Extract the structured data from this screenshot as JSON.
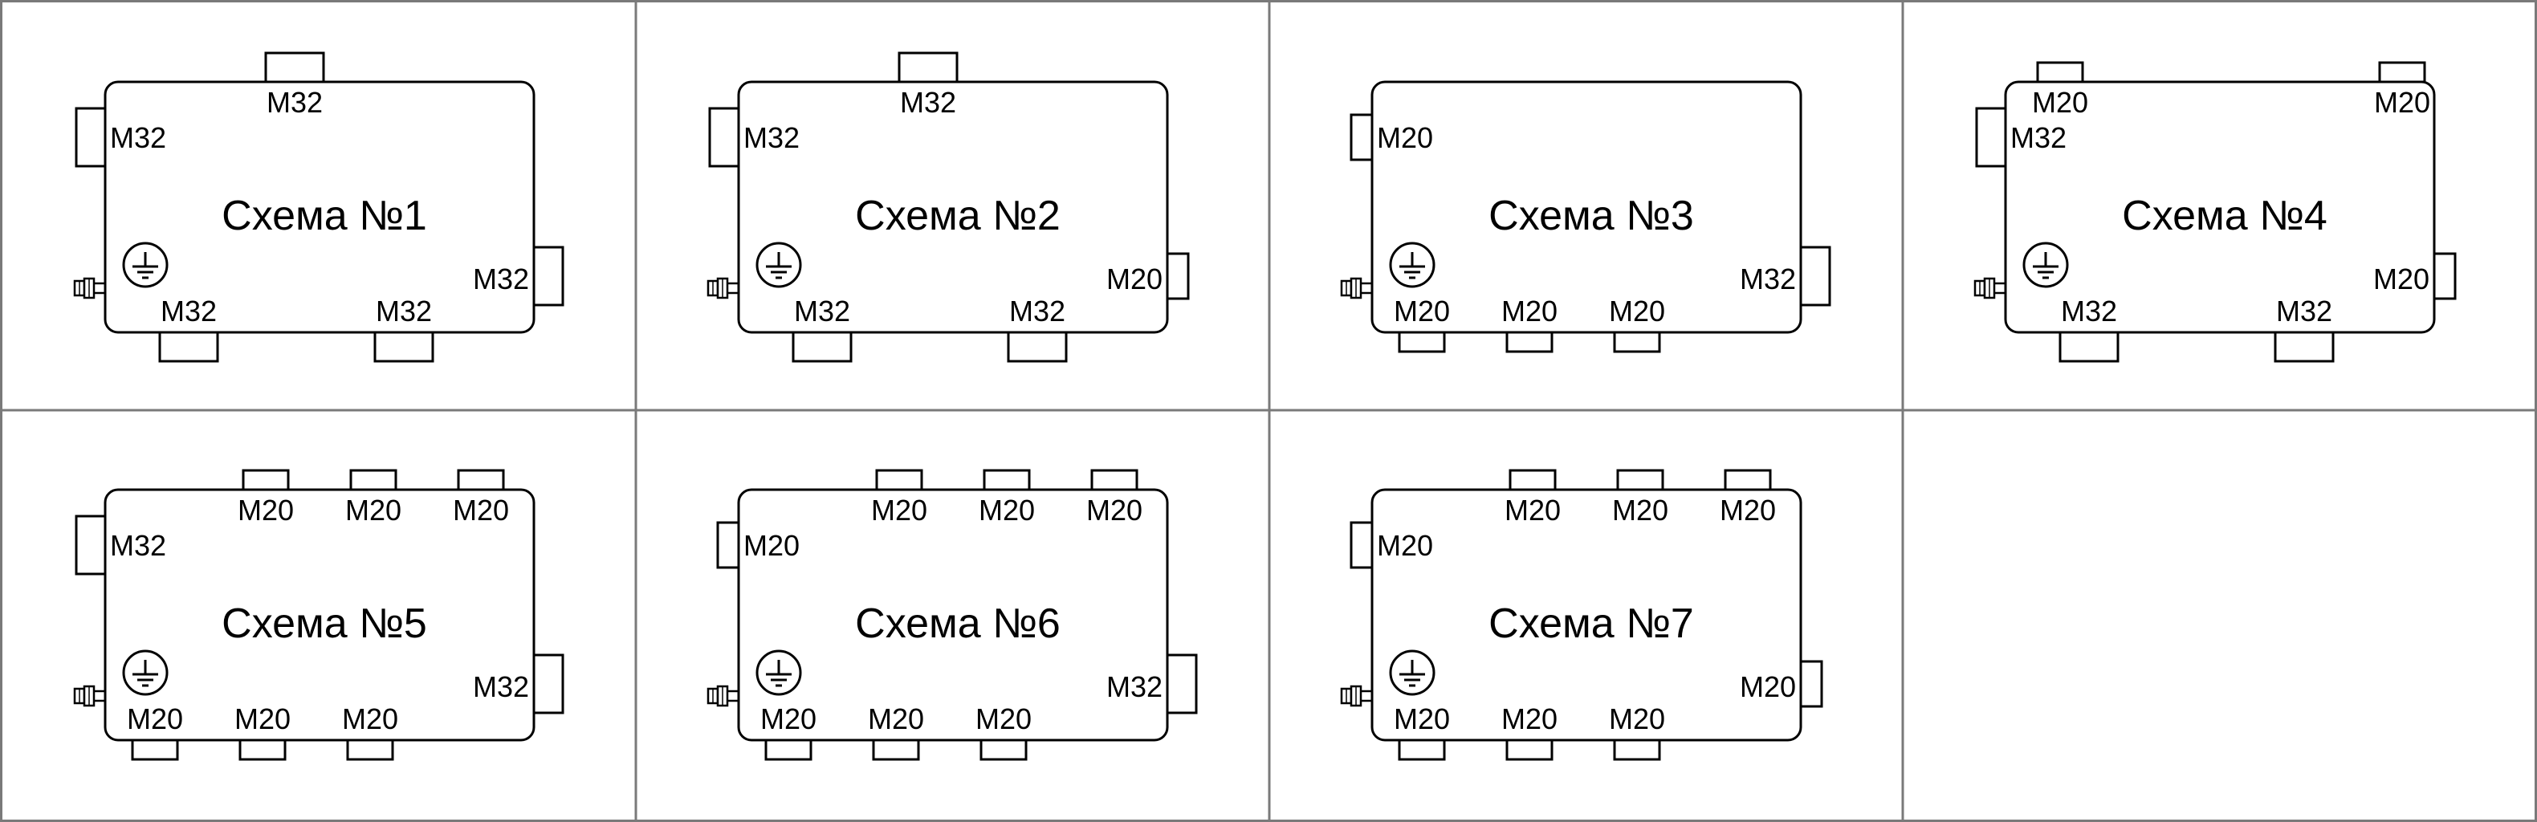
{
  "grid": {
    "columns": 4,
    "rows": 2
  },
  "colors": {
    "stroke": "#000000",
    "cell_border": "#7a7a7a",
    "background": "#ffffff"
  },
  "icons": {
    "ground": "ground-icon",
    "gland": "cable-gland-icon"
  },
  "schemes": [
    {
      "title": "Схема №1",
      "top": [
        {
          "label": "M32",
          "size": "large"
        }
      ],
      "left": [
        {
          "label": "M32",
          "size": "large"
        }
      ],
      "right": [
        {
          "label": "M32",
          "size": "large"
        }
      ],
      "bottom": [
        {
          "label": "M32",
          "size": "large"
        },
        {
          "label": "M32",
          "size": "large"
        }
      ]
    },
    {
      "title": "Схема №2",
      "top": [
        {
          "label": "M32",
          "size": "large"
        }
      ],
      "left": [
        {
          "label": "M32",
          "size": "large"
        }
      ],
      "right": [
        {
          "label": "M20",
          "size": "small"
        }
      ],
      "bottom": [
        {
          "label": "M32",
          "size": "large"
        },
        {
          "label": "M32",
          "size": "large"
        }
      ]
    },
    {
      "title": "Схема №3",
      "top": [],
      "left": [
        {
          "label": "M20",
          "size": "small"
        }
      ],
      "right": [
        {
          "label": "M32",
          "size": "large"
        }
      ],
      "bottom": [
        {
          "label": "M20",
          "size": "small"
        },
        {
          "label": "M20",
          "size": "small"
        },
        {
          "label": "M20",
          "size": "small"
        }
      ]
    },
    {
      "title": "Схема №4",
      "top": [
        {
          "label": "M20",
          "size": "small"
        },
        {
          "label": "M20",
          "size": "small"
        }
      ],
      "left": [
        {
          "label": "M32",
          "size": "large"
        }
      ],
      "right": [
        {
          "label": "M20",
          "size": "small"
        }
      ],
      "bottom": [
        {
          "label": "M32",
          "size": "large"
        },
        {
          "label": "M32",
          "size": "large"
        }
      ]
    },
    {
      "title": "Схема №5",
      "top": [
        {
          "label": "M20",
          "size": "small"
        },
        {
          "label": "M20",
          "size": "small"
        },
        {
          "label": "M20",
          "size": "small"
        }
      ],
      "left": [
        {
          "label": "M32",
          "size": "large"
        }
      ],
      "right": [
        {
          "label": "M32",
          "size": "large"
        }
      ],
      "bottom": [
        {
          "label": "M20",
          "size": "small"
        },
        {
          "label": "M20",
          "size": "small"
        },
        {
          "label": "M20",
          "size": "small"
        }
      ]
    },
    {
      "title": "Схема №6",
      "top": [
        {
          "label": "M20",
          "size": "small"
        },
        {
          "label": "M20",
          "size": "small"
        },
        {
          "label": "M20",
          "size": "small"
        }
      ],
      "left": [
        {
          "label": "M20",
          "size": "small"
        }
      ],
      "right": [
        {
          "label": "M32",
          "size": "large"
        }
      ],
      "bottom": [
        {
          "label": "M20",
          "size": "small"
        },
        {
          "label": "M20",
          "size": "small"
        },
        {
          "label": "M20",
          "size": "small"
        }
      ]
    },
    {
      "title": "Схема №7",
      "top": [
        {
          "label": "M20",
          "size": "small"
        },
        {
          "label": "M20",
          "size": "small"
        },
        {
          "label": "M20",
          "size": "small"
        }
      ],
      "left": [
        {
          "label": "M20",
          "size": "small"
        }
      ],
      "right": [
        {
          "label": "M20",
          "size": "small"
        }
      ],
      "bottom": [
        {
          "label": "M20",
          "size": "small"
        },
        {
          "label": "M20",
          "size": "small"
        },
        {
          "label": "M20",
          "size": "small"
        }
      ]
    }
  ]
}
